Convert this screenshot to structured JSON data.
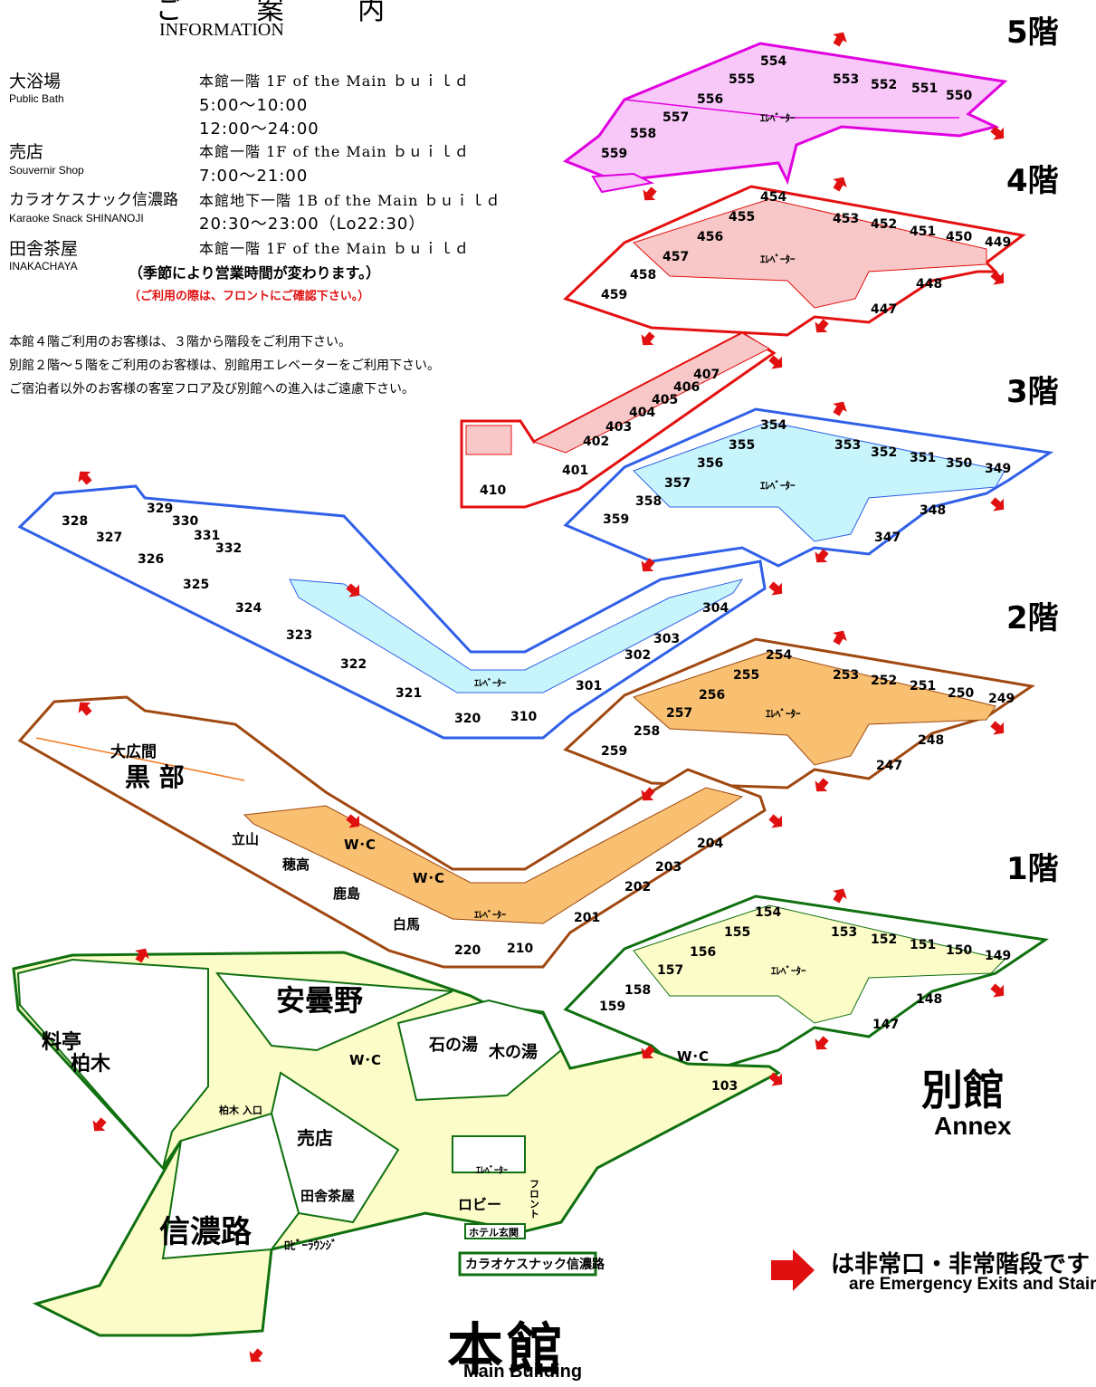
{
  "header": {
    "title": "ご 案 内",
    "subtitle": "INFORMATION"
  },
  "info": [
    {
      "name": "大浴場",
      "en": "Public Bath",
      "lines": [
        "本館一階 1F of the Main ｂｕｉｌｄ",
        " 5:00〜10:00",
        "12:00〜24:00"
      ]
    },
    {
      "name": "売店",
      "en": "Souvernir Shop",
      "lines": [
        "本館一階 1F of the Main ｂｕｉｌｄ",
        " 7:00〜21:00"
      ]
    },
    {
      "name": "カラオケスナック信濃路",
      "en": "Karaoke Snack SHINANOJI",
      "lines": [
        "本館地下一階 1B of the Main ｂｕｉｌｄ",
        "20:30〜23:00（Lo22:30）"
      ]
    },
    {
      "name": "田舎茶屋",
      "en": "INAKACHAYA",
      "lines": [
        "本館一階 1F of the Main ｂｕｉｌｄ"
      ]
    }
  ],
  "notice_hours": "（季節により営業時間が変わります。）",
  "notice_confirm": "（ご利用の際は、フロントにご確認下さい。）",
  "notes": [
    "本館４階ご利用のお客様は、３階から階段をご利用下さい。",
    "別館２階〜５階をご利用のお客様は、別館用エレベーターをご利用下さい。",
    "ご宿泊者以外のお客様の客室フロア及び別館への進入はご遠慮下さい。"
  ],
  "floors": [
    "5階",
    "4階",
    "3階",
    "2階",
    "1階"
  ],
  "colors": {
    "f5": "#e000e0",
    "f5_fill": "#f8c8f8",
    "f4": "#e41010",
    "f4_fill": "#f8c8c8",
    "f3": "#3060e8",
    "f3_fill": "#c8f4fc",
    "f2": "#a04810",
    "f2_fill": "#f8c070",
    "f1": "#107010",
    "f1_fill": "#fcfcc8",
    "exit": "#e01010"
  },
  "rooms": {
    "f5": [
      "554",
      "555",
      "556",
      "557",
      "558",
      "559",
      "553",
      "552",
      "551",
      "550"
    ],
    "f4": [
      "454",
      "455",
      "456",
      "457",
      "458",
      "459",
      "453",
      "452",
      "451",
      "450",
      "449",
      "448",
      "447"
    ],
    "f4_wing": [
      "407",
      "406",
      "405",
      "404",
      "403",
      "402",
      "401",
      "410"
    ],
    "f3_annex": [
      "354",
      "355",
      "356",
      "357",
      "358",
      "359",
      "353",
      "352",
      "351",
      "350",
      "349",
      "348",
      "347"
    ],
    "f3_main": [
      "328",
      "329",
      "330",
      "331",
      "332",
      "327",
      "326",
      "325",
      "324",
      "323",
      "322",
      "321",
      "320",
      "310",
      "301",
      "302",
      "303",
      "304"
    ],
    "f2_annex": [
      "254",
      "255",
      "256",
      "257",
      "258",
      "259",
      "253",
      "252",
      "251",
      "250",
      "249",
      "248",
      "247"
    ],
    "f2_main": [
      "204",
      "203",
      "202",
      "201",
      "220",
      "210"
    ],
    "f1_annex": [
      "154",
      "155",
      "156",
      "157",
      "158",
      "159",
      "153",
      "152",
      "151",
      "150",
      "149",
      "148",
      "147",
      "103"
    ]
  },
  "labels": {
    "elevator": "ｴﾚﾍﾞｰﾀｰ",
    "elevator_small": "ｴﾚﾍﾞｰﾀｰ",
    "wc": "W･C",
    "oohiroma": "大広間",
    "kurobe": "黒 部",
    "tateyama": "立山",
    "hotaka": "穂高",
    "kashima": "鹿島",
    "hakuba": "白馬",
    "azumino": "安曇野",
    "ryotei": "料亭",
    "kashiwagi": "柏木",
    "kashiwagi_entrance": "柏木 入口",
    "ishinoyu": "石の湯",
    "kinoyu": "木の湯",
    "baiten": "売店",
    "inakachaya": "田舎茶屋",
    "shinanoji": "信濃路",
    "lobby_lounge": "ﾛﾋﾞｰﾗｳﾝｼﾞ",
    "lobby": "ロビー",
    "front": "フロント",
    "hotel_entrance": "ホテル玄関",
    "karaoke": "カラオケスナック信濃路"
  },
  "annex": {
    "ja": "別館",
    "en": "Annex"
  },
  "main_building": {
    "ja": "本館",
    "en": "Main Building"
  },
  "legend": {
    "ja": "は非常口・非常階段です",
    "en": "are Emergency Exits and Stairs"
  }
}
